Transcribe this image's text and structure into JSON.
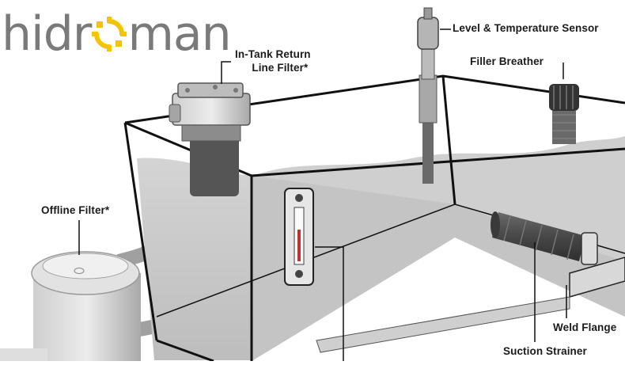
{
  "brand": {
    "logo_text_left": "hidr",
    "logo_text_right": "man",
    "logo_gear_color": "#f5c400",
    "logo_text_color": "#7a7a7a"
  },
  "labels": {
    "level_temp_sensor": "Level & Temperature Sensor",
    "filler_breather": "Filler Breather",
    "in_tank_return_line_1": "In-Tank Return",
    "in_tank_return_line_2": "Line Filter*",
    "offline_filter": "Offline Filter*",
    "weld_flange": "Weld Flange",
    "suction_strainer": "Suction Strainer"
  },
  "colors": {
    "fluid": "#c6c6c6",
    "tank_outline": "#111111",
    "component_gray": "#9a9a9a",
    "dark_component": "#4a4a4a"
  }
}
